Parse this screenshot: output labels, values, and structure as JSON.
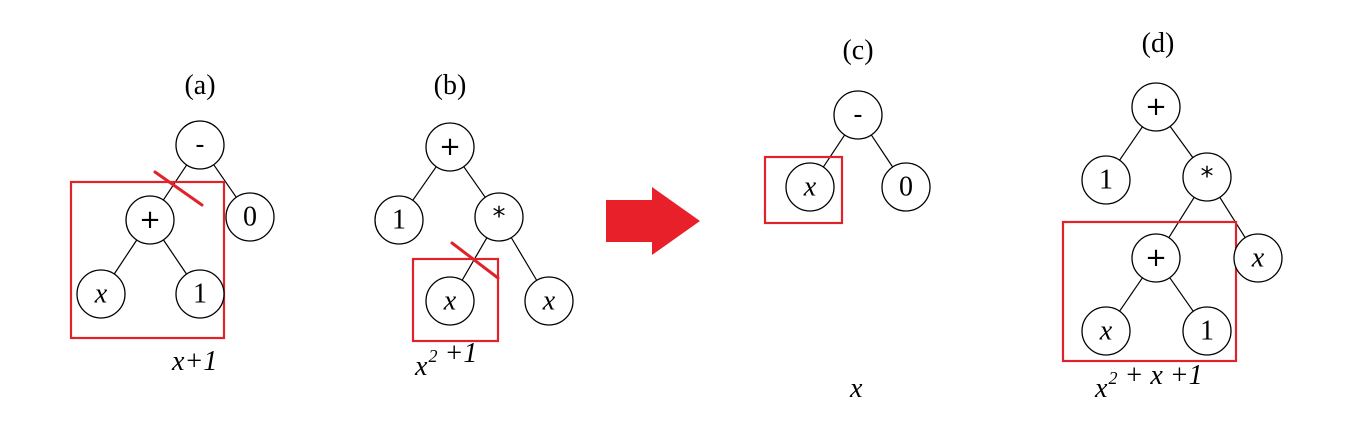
{
  "colors": {
    "highlight": "#e0232b",
    "arrow": "#e8202a",
    "node_stroke": "#000000"
  },
  "panels": [
    {
      "id": "a",
      "caption": "(a)",
      "expression": {
        "parts": [
          {
            "t": "x",
            "sup": ""
          },
          {
            "t": "+1",
            "sup": ""
          }
        ]
      },
      "nodes": [
        {
          "id": "a-minus",
          "label": "-",
          "kind": "op"
        },
        {
          "id": "a-plus",
          "label": "+",
          "kind": "op"
        },
        {
          "id": "a-zero",
          "label": "0",
          "kind": "num"
        },
        {
          "id": "a-x",
          "label": "x",
          "kind": "var"
        },
        {
          "id": "a-one",
          "label": "1",
          "kind": "num"
        }
      ]
    },
    {
      "id": "b",
      "caption": "(b)",
      "expression": {
        "parts": [
          {
            "t": "x",
            "sup": "2"
          },
          {
            "t": " +1",
            "sup": ""
          }
        ]
      },
      "nodes": [
        {
          "id": "b-plus",
          "label": "+",
          "kind": "op"
        },
        {
          "id": "b-one",
          "label": "1",
          "kind": "num"
        },
        {
          "id": "b-times",
          "label": "*",
          "kind": "op"
        },
        {
          "id": "b-x1",
          "label": "x",
          "kind": "var"
        },
        {
          "id": "b-x2",
          "label": "x",
          "kind": "var"
        }
      ]
    },
    {
      "id": "c",
      "caption": "(c)",
      "expression": {
        "parts": [
          {
            "t": "x",
            "sup": ""
          }
        ]
      },
      "nodes": [
        {
          "id": "c-minus",
          "label": "-",
          "kind": "op"
        },
        {
          "id": "c-x",
          "label": "x",
          "kind": "var"
        },
        {
          "id": "c-zero",
          "label": "0",
          "kind": "num"
        }
      ]
    },
    {
      "id": "d",
      "caption": "(d)",
      "expression": {
        "parts": [
          {
            "t": "x",
            "sup": "2"
          },
          {
            "t": " + x +1",
            "sup": ""
          }
        ]
      },
      "nodes": [
        {
          "id": "d-plus",
          "label": "+",
          "kind": "op"
        },
        {
          "id": "d-one",
          "label": "1",
          "kind": "num"
        },
        {
          "id": "d-times",
          "label": "*",
          "kind": "op"
        },
        {
          "id": "d-plus2",
          "label": "+",
          "kind": "op"
        },
        {
          "id": "d-x-right",
          "label": "x",
          "kind": "var"
        },
        {
          "id": "d-x",
          "label": "x",
          "kind": "var"
        },
        {
          "id": "d-one2",
          "label": "1",
          "kind": "num"
        }
      ]
    }
  ]
}
